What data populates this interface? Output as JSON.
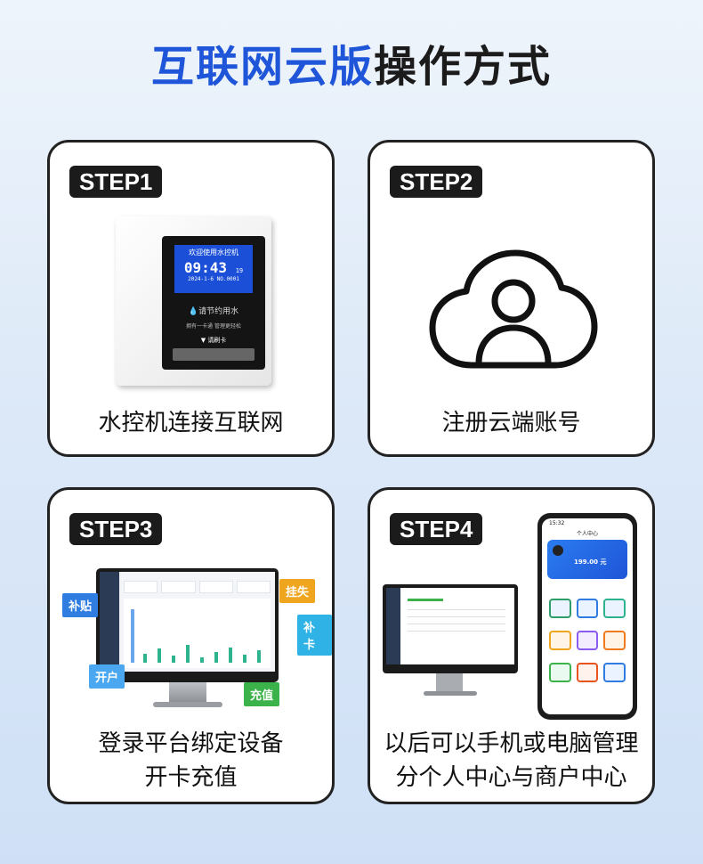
{
  "title": {
    "highlight": "互联网云版",
    "rest": "操作方式"
  },
  "steps": [
    {
      "label": "STEP1",
      "caption_lines": [
        "水控机连接互联网"
      ],
      "device": {
        "screen_title": "欢迎使用水控机",
        "time": "09:43",
        "seconds": "19",
        "date": "2024-1-6 NO.0001",
        "slogan": "请节约用水",
        "subtext": "拥有一卡通 管理更轻松",
        "card_hint": "请刷卡"
      }
    },
    {
      "label": "STEP2",
      "caption_lines": [
        "注册云端账号"
      ],
      "icon": "cloud-user-icon"
    },
    {
      "label": "STEP3",
      "caption_lines": [
        "登录平台绑定设备",
        "开卡充值"
      ],
      "tags": {
        "subsidy": "补贴",
        "open": "开户",
        "lost": "挂失",
        "reissue": "补卡",
        "recharge": "充值"
      }
    },
    {
      "label": "STEP4",
      "caption_lines": [
        "以后可以手机或电脑管理",
        "分个人中心与商户中心"
      ],
      "phone": {
        "status_time": "15:32",
        "header": "个人中心",
        "balance": "199.00 元"
      }
    }
  ],
  "colors": {
    "accent": "#1f55d8",
    "dark": "#1b1b1b"
  }
}
